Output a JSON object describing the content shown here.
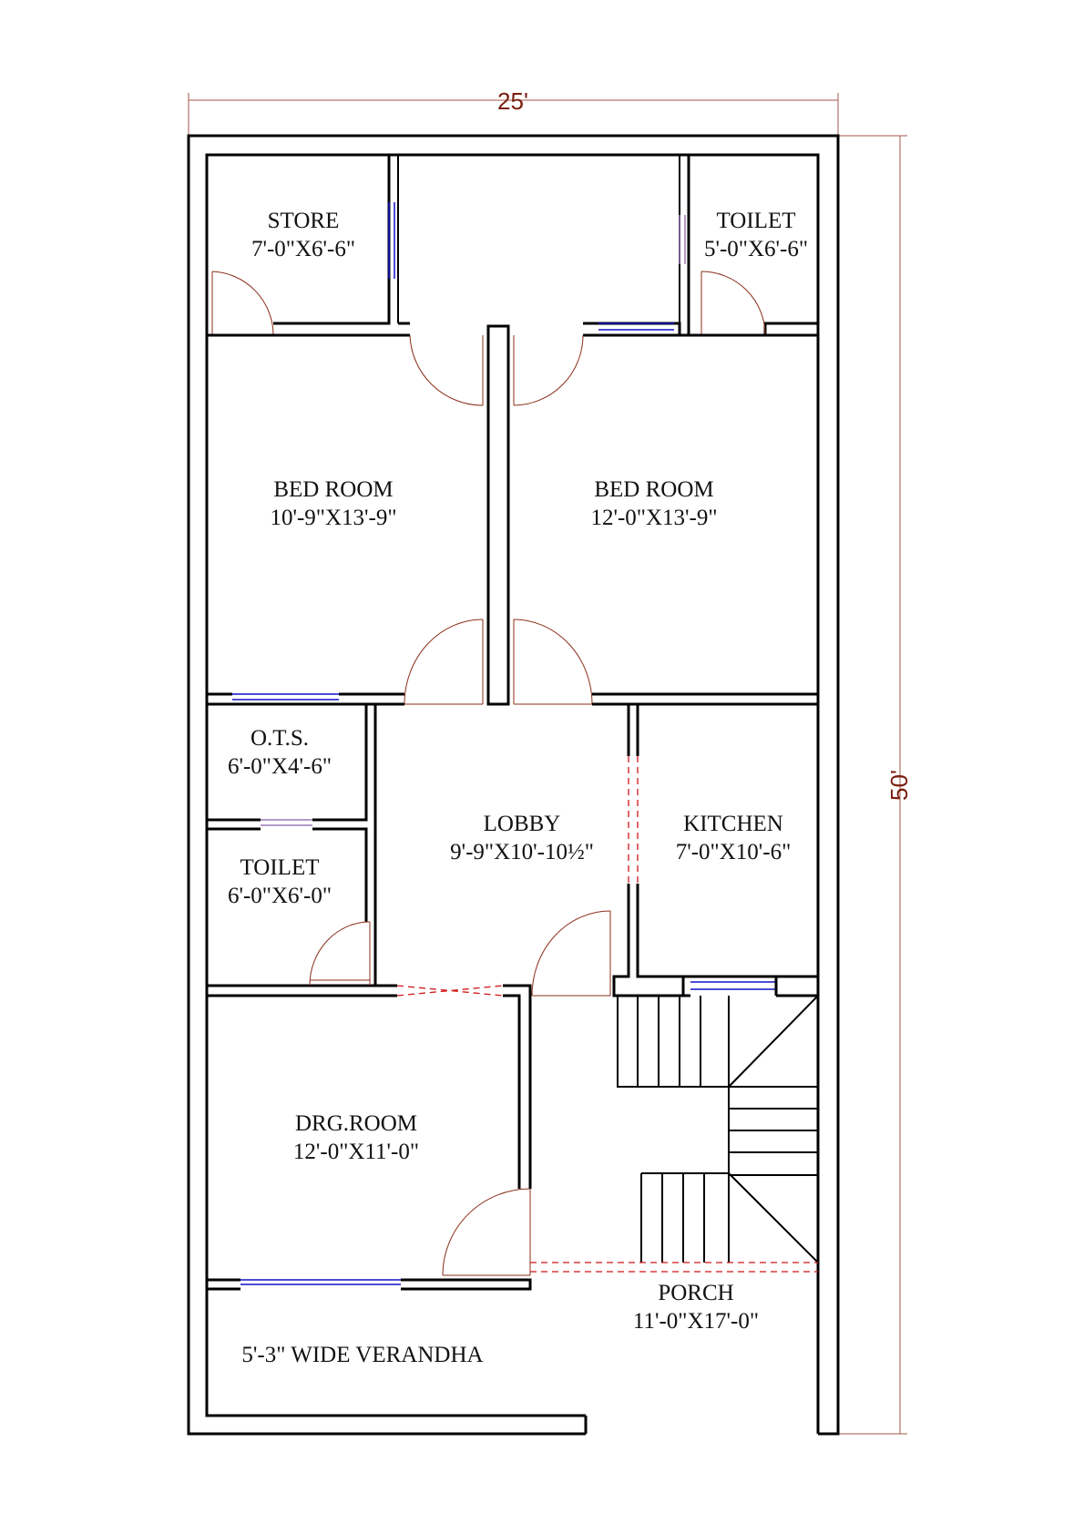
{
  "colors": {
    "wall": "#000000",
    "dimension": "#7a1e0e",
    "door_arc": "#8b2f1a",
    "window": "#1010c8",
    "vent": "#9a7ab8",
    "opening": "#d01818"
  },
  "dimensions": {
    "width": "25'",
    "depth": "50'"
  },
  "rooms": {
    "store": {
      "name": "STORE",
      "size": "7'-0\"X6'-6\""
    },
    "toilet_rear": {
      "name": "TOILET",
      "size": "5'-0\"X6'-6\""
    },
    "bed_left": {
      "name": "BED ROOM",
      "size": "10'-9\"X13'-9\""
    },
    "bed_right": {
      "name": "BED ROOM",
      "size": "12'-0\"X13'-9\""
    },
    "ots": {
      "name": "O.T.S.",
      "size": "6'-0\"X4'-6\""
    },
    "toilet_mid": {
      "name": "TOILET",
      "size": "6'-0\"X6'-0\""
    },
    "lobby": {
      "name": "LOBBY",
      "size": "9'-9\"X10'-10½\""
    },
    "kitchen": {
      "name": "KITCHEN",
      "size": "7'-0\"X10'-6\""
    },
    "drawing": {
      "name": "DRG.ROOM",
      "size": "12'-0\"X11'-0\""
    },
    "porch": {
      "name": "PORCH",
      "size": "11'-0\"X17'-0\""
    },
    "verandha": {
      "name": "5'-3\" WIDE VERANDHA"
    }
  }
}
